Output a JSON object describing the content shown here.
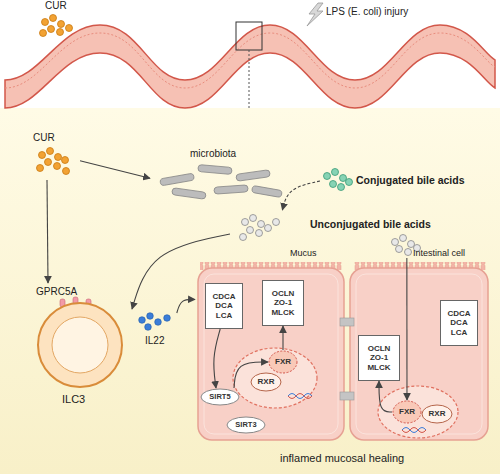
{
  "diagram": {
    "nodes": [
      {
        "text": [
          "CUR"
        ]
      },
      {
        "text": [
          "CUR"
        ]
      },
      {
        "text": [
          "microbiota"
        ]
      },
      {
        "text": [
          "Conjugated bile acids"
        ]
      },
      {
        "text": [
          "Unconjugated bile acids"
        ]
      },
      {
        "text": [
          "GPRC5A",
          "ILC3"
        ]
      },
      {
        "text": [
          "IL22"
        ]
      },
      {
        "text": [
          "Mucus"
        ]
      },
      {
        "text": [
          "CDCA DCA LCA"
        ],
        "in": 7
      },
      {
        "text": [
          "OCLN ZO-1 MLCK"
        ],
        "in": 7
      },
      {
        "text": [
          "FXR"
        ],
        "in": 7
      },
      {
        "text": [
          "RXR"
        ],
        "in": 7
      },
      {
        "text": [
          "SIRT5"
        ],
        "in": 7
      },
      {
        "text": [
          "SIRT3"
        ],
        "in": 7
      },
      {
        "text": [
          "Intestinal cell"
        ]
      },
      {
        "text": [
          "CDCA DCA LCA"
        ],
        "in": 14
      },
      {
        "text": [
          "OCLN ZO-1 MLCK"
        ],
        "in": 14
      },
      {
        "text": [
          "FXR"
        ],
        "in": 14
      },
      {
        "text": [
          "RXR"
        ],
        "in": 14
      }
    ],
    "edges": [
      {
        "from": 1,
        "to": 2,
        "arrow": "to"
      },
      {
        "from": 1,
        "to": 5,
        "arrow": "to"
      },
      {
        "from": 3,
        "to": 4,
        "arrow": "to"
      },
      {
        "from": 4,
        "to": 5,
        "arrow": "to"
      },
      {
        "from": 6,
        "to": 7,
        "arrow": "to"
      },
      {
        "from": 8,
        "to": 12,
        "arrow": "to"
      },
      {
        "from": 12,
        "to": 10,
        "arrow": "to"
      },
      {
        "from": 10,
        "to": 9,
        "arrow": "to"
      },
      {
        "from": 4,
        "to": 17,
        "arrow": "to"
      },
      {
        "from": 17,
        "to": 16,
        "arrow": "to"
      }
    ],
    "labels": [
      "LPS (E. coli) injury",
      "inflamed mucosal healing"
    ]
  }
}
